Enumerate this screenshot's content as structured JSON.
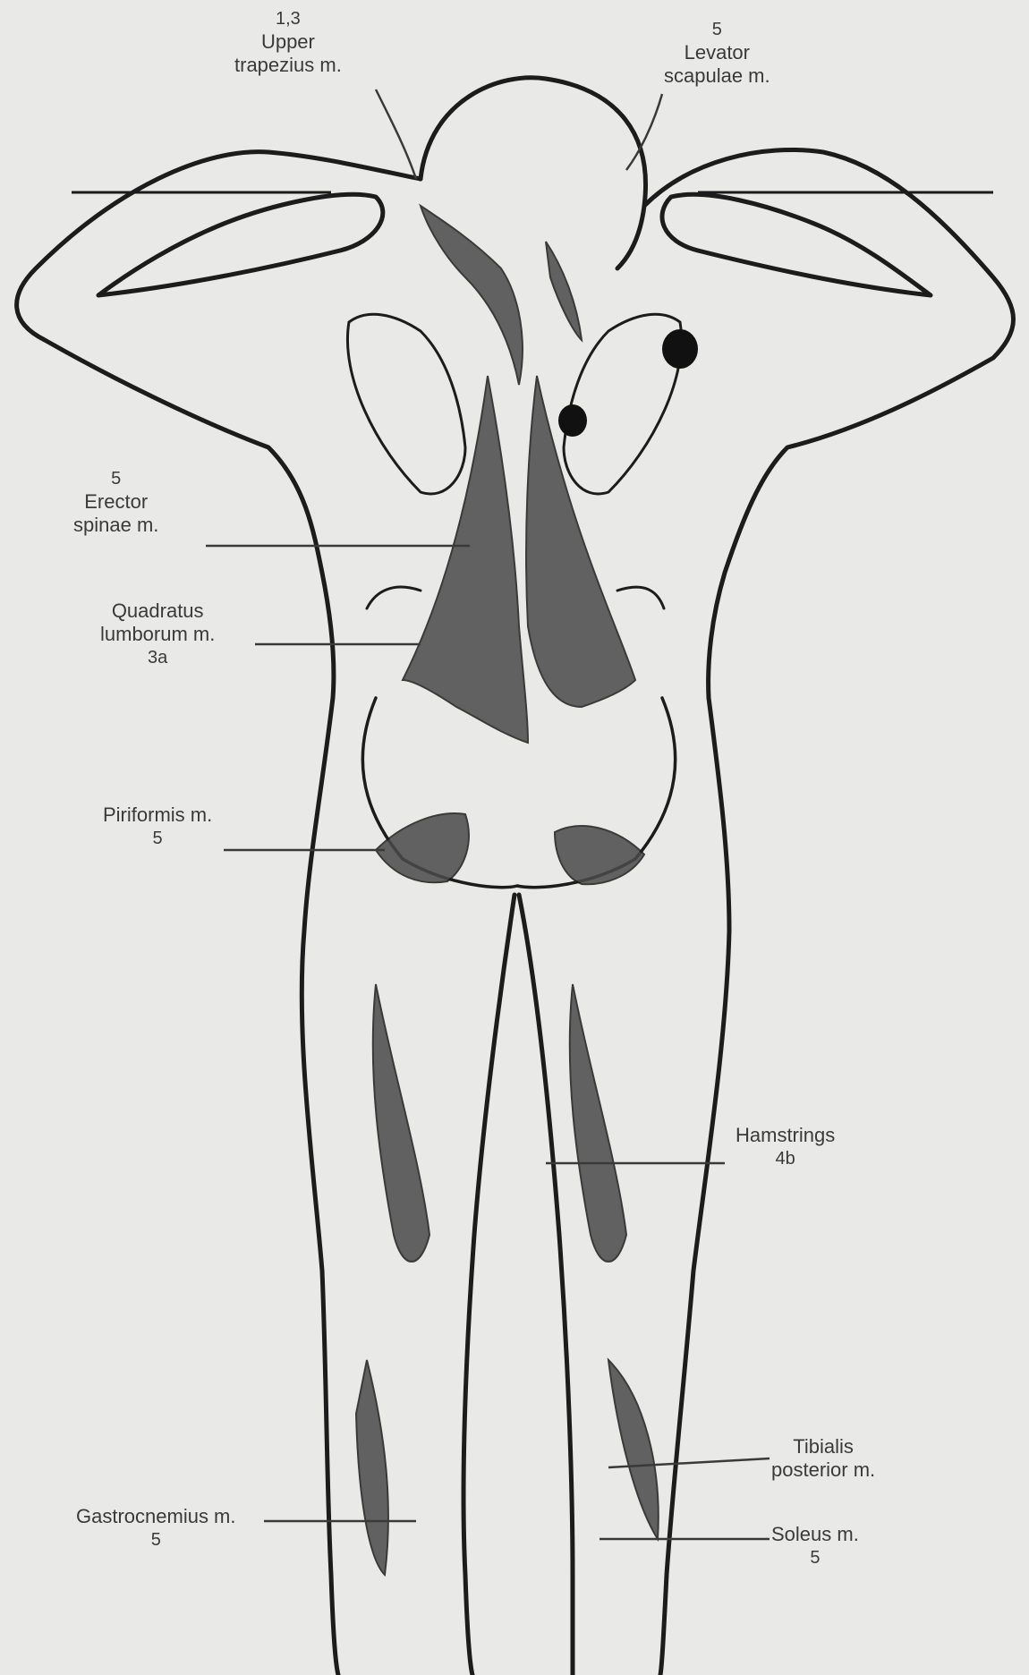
{
  "labels": [
    {
      "id": "upper-trapezius",
      "name": "Upper",
      "name2": "trapezius m.",
      "grade": "1,3"
    },
    {
      "id": "levator-scapulae",
      "name": "Levator",
      "name2": "scapulae m.",
      "grade": "5"
    },
    {
      "id": "erector-spinae",
      "name": "Erector",
      "name2": "spinae m.",
      "grade": "5"
    },
    {
      "id": "quadratus-lumborum",
      "name": "Quadratus",
      "name2": "lumborum m.",
      "grade": "3a"
    },
    {
      "id": "piriformis",
      "name": "Piriformis m.",
      "grade": "5"
    },
    {
      "id": "hamstrings",
      "name": "Hamstrings",
      "grade": "4b"
    },
    {
      "id": "tibialis-posterior",
      "name": "Tibialis",
      "name2": "posterior m."
    },
    {
      "id": "gastrocnemius",
      "name": "Gastrocnemius m.",
      "grade": "5"
    },
    {
      "id": "soleus",
      "name": "Soleus m.",
      "grade": "5"
    }
  ],
  "colors": {
    "background": "#e9e9e7",
    "ink": "#1c1c1c",
    "muscle": "#4a4a4a"
  }
}
